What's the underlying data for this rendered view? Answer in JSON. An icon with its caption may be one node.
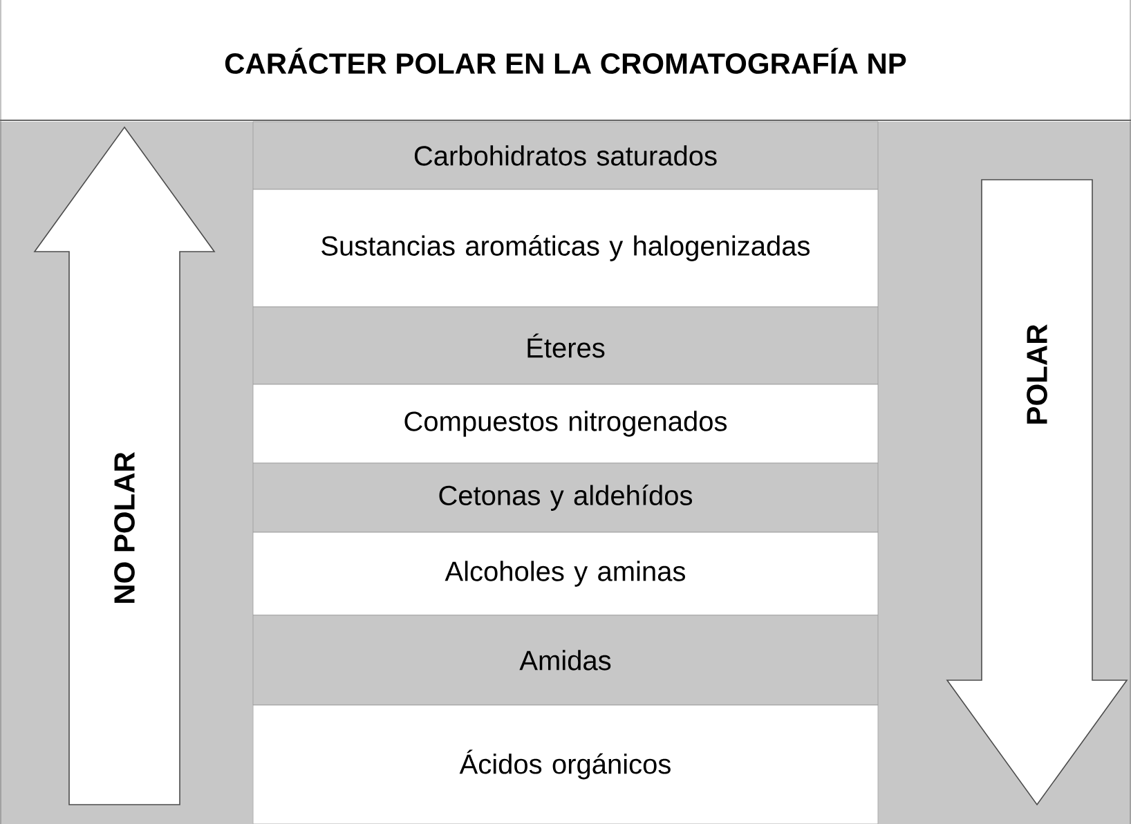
{
  "diagram": {
    "title": "CARÁCTER POLAR EN LA CROMATOGRAFÍA NP",
    "nodes": [
      {
        "text": [
          "NO POLAR"
        ]
      },
      {
        "text": [
          "Carbohidratos saturados"
        ]
      },
      {
        "text": [
          "Sustancias aromáticas y halogenizadas"
        ]
      },
      {
        "text": [
          "Éteres"
        ]
      },
      {
        "text": [
          "Compuestos nitrogenados"
        ]
      },
      {
        "text": [
          "Cetonas y aldehídos"
        ]
      },
      {
        "text": [
          "Alcoholes y aminas"
        ]
      },
      {
        "text": [
          "Amidas"
        ]
      },
      {
        "text": [
          "Ácidos orgánicos"
        ]
      },
      {
        "text": [
          "POLAR"
        ]
      }
    ]
  }
}
